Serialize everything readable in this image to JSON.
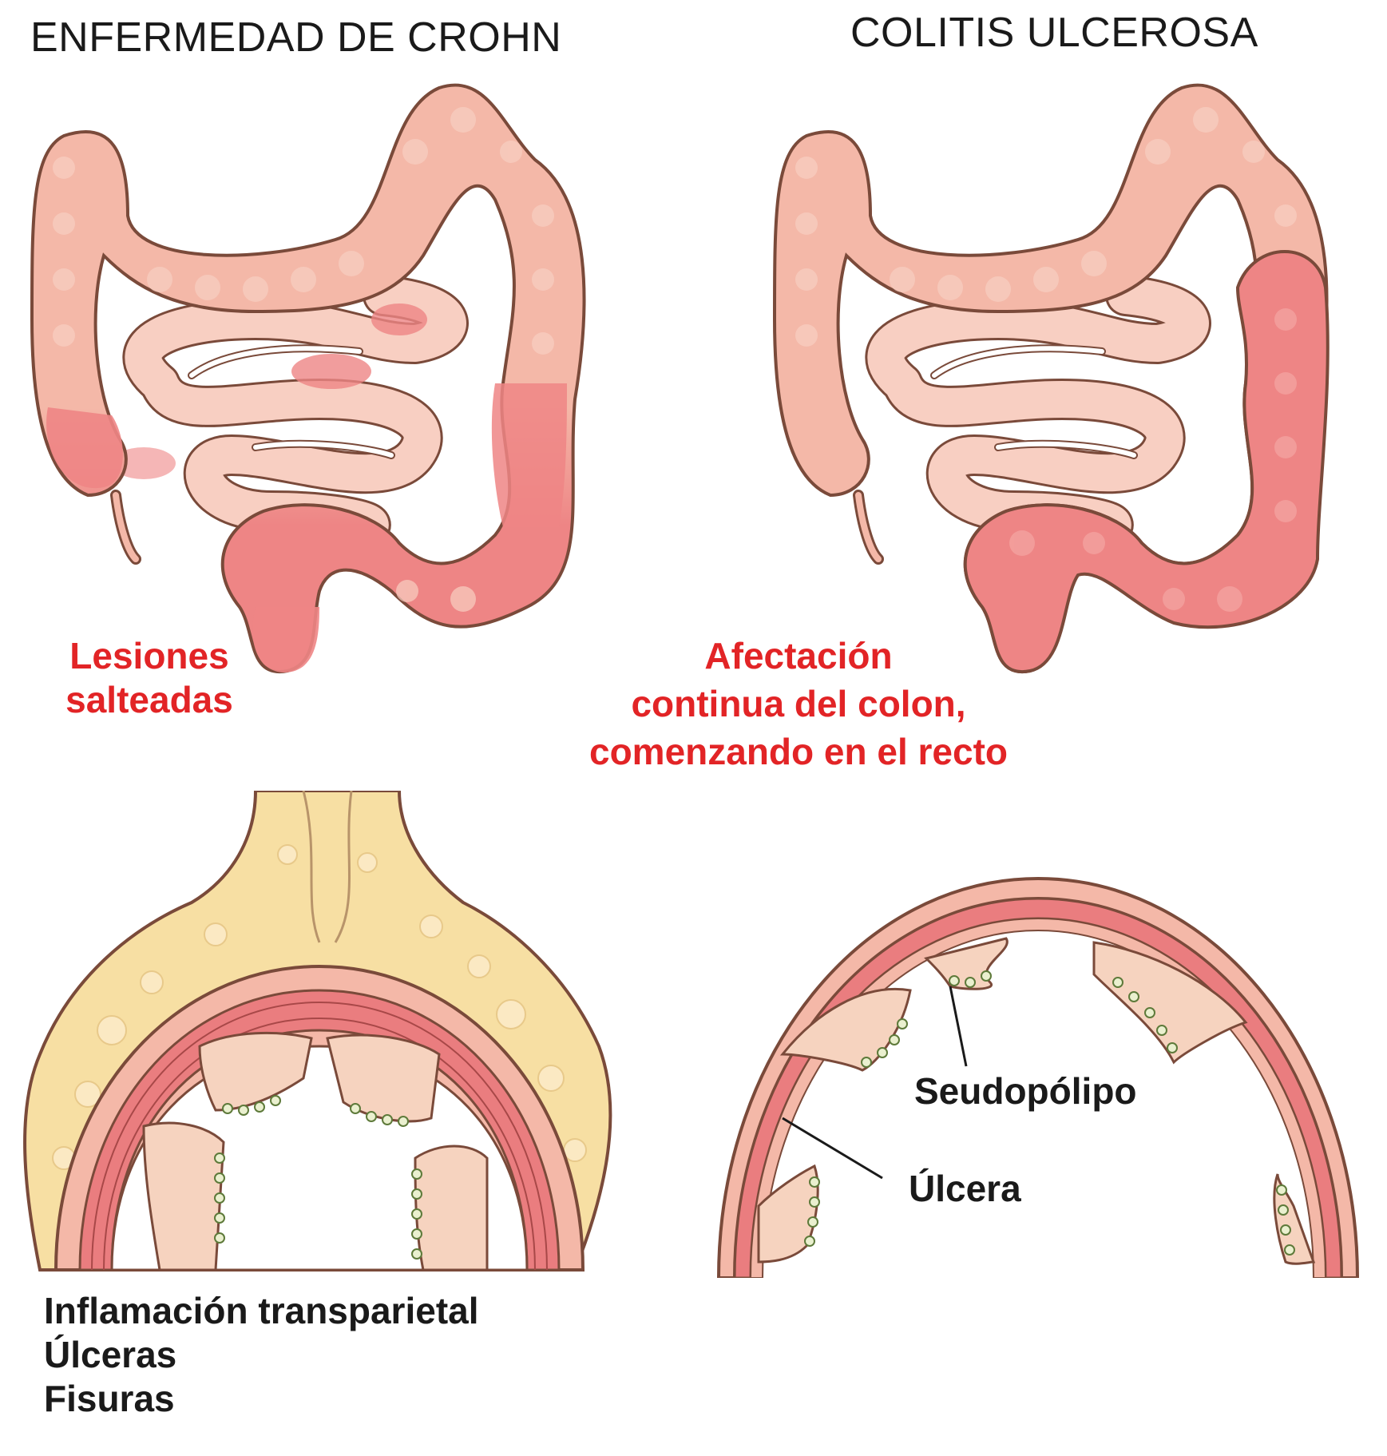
{
  "colors": {
    "healthy": "#f4b8a8",
    "healthy_light": "#f8cfc2",
    "inflamed": "#ee8585",
    "outline": "#7a4a3a",
    "fat": "#f7dfa3",
    "muscle": "#ea7d7f",
    "mucosa": "#f6d3bf",
    "label_red": "#e22426",
    "label_black": "#1a1a1a"
  },
  "headers": {
    "crohn": "ENFERMEDAD DE CROHN",
    "uc": "COLITIS ULCEROSA"
  },
  "labels": {
    "crohn_lesions_1": "Lesiones",
    "crohn_lesions_2": "salteadas",
    "uc_desc_1": "Afectación",
    "uc_desc_2": "continua del colon,",
    "uc_desc_3": "comenzando en el recto",
    "pseudopolyp": "Seudopólipo",
    "ulcer": "Úlcera",
    "crohn_features": [
      "Inflamación transparietal",
      "Úlceras",
      "Fisuras"
    ]
  }
}
